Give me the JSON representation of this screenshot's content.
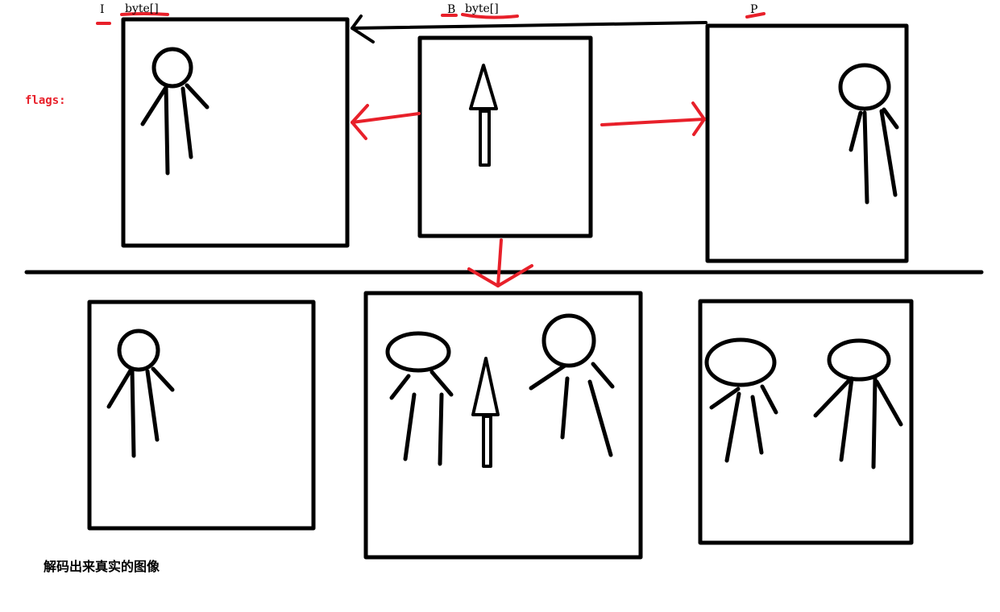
{
  "labels": {
    "i_frame": "I",
    "i_type": "byte[]",
    "b_frame": "B",
    "b_type": "byte[]",
    "p_frame": "P",
    "flags": "flags:"
  },
  "caption": "解码出来真实的图像",
  "colors": {
    "ink": "#000000",
    "accent": "#e8202a"
  }
}
